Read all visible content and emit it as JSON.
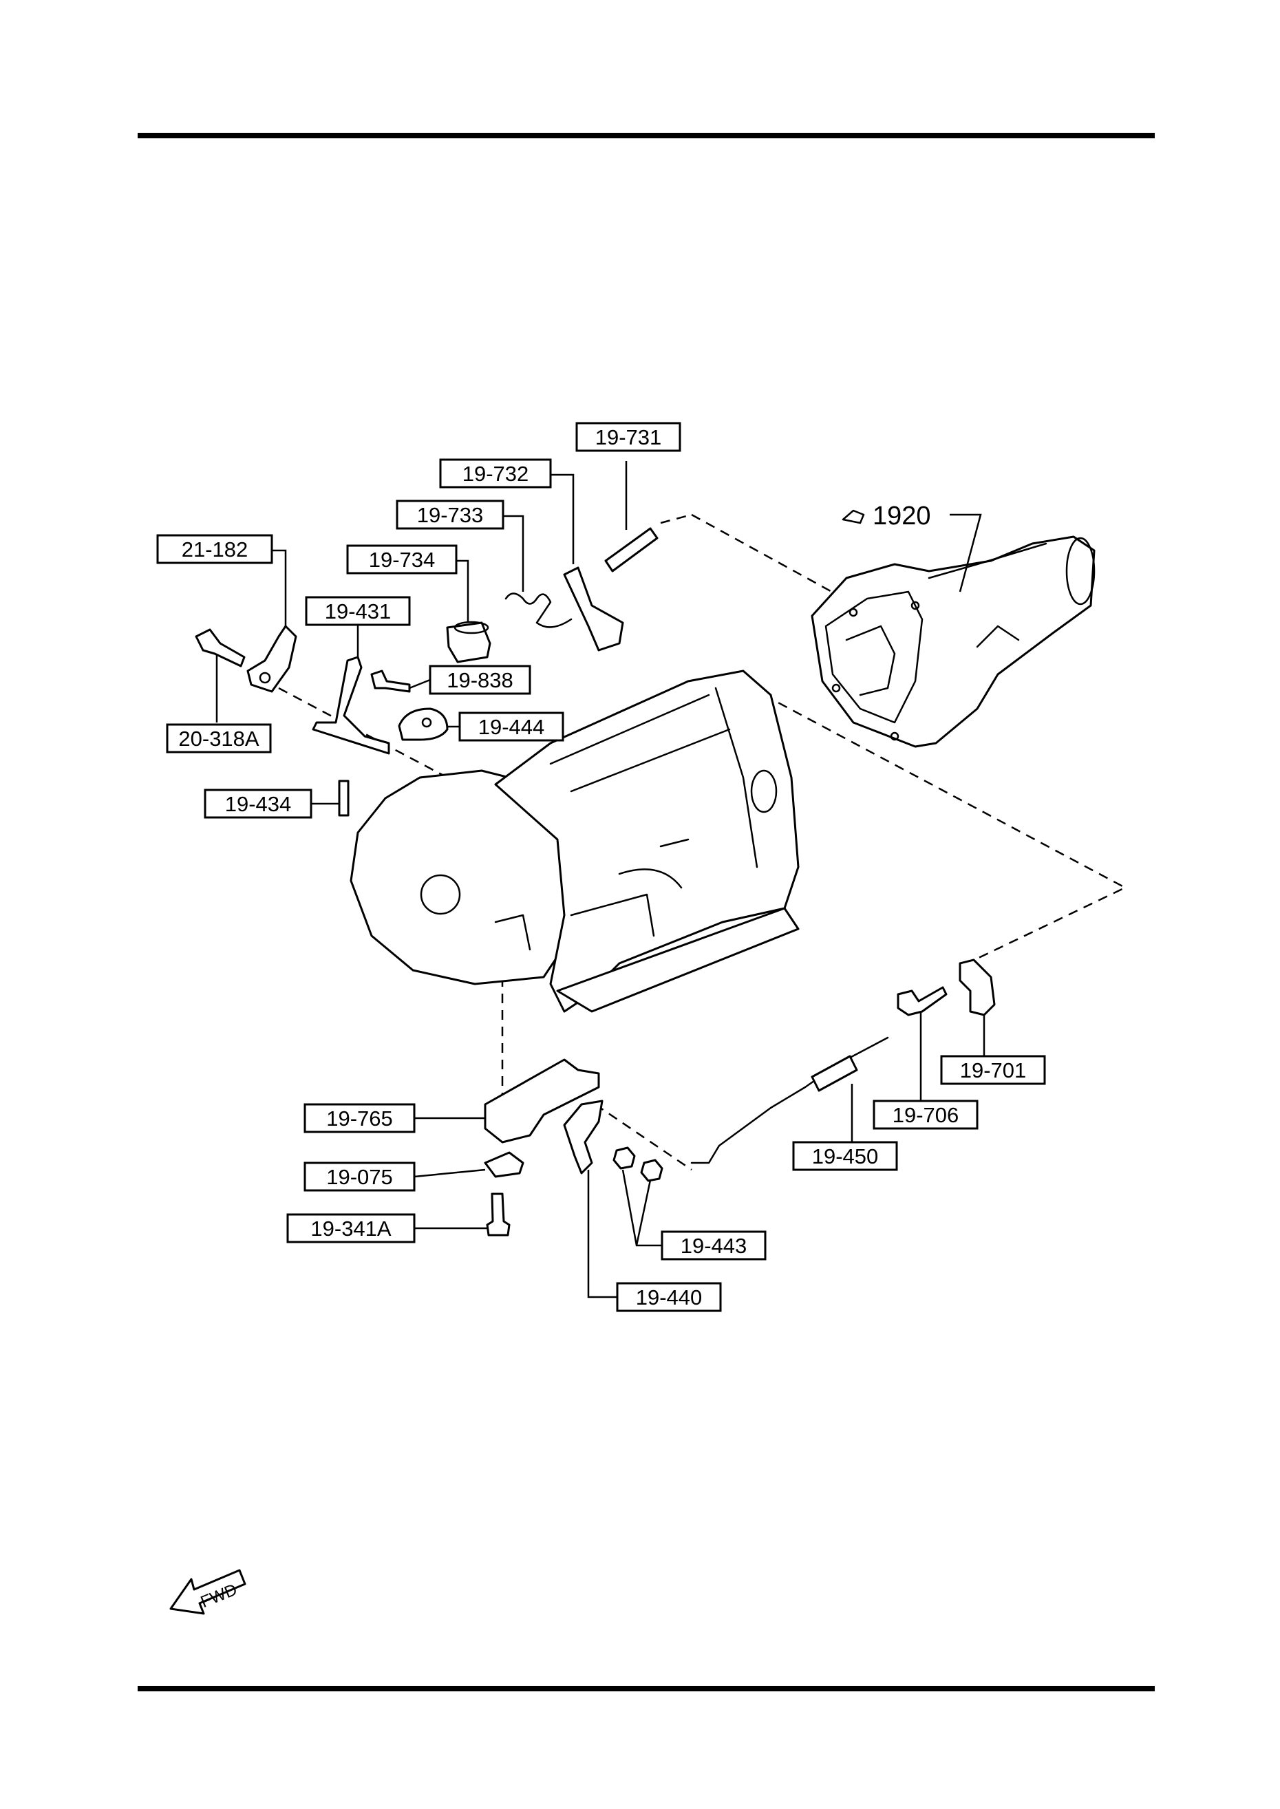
{
  "diagram": {
    "reference_group": "1920",
    "fwd_label": "FWD",
    "parts": [
      {
        "id": "19-731"
      },
      {
        "id": "19-732"
      },
      {
        "id": "19-733"
      },
      {
        "id": "21-182"
      },
      {
        "id": "19-734"
      },
      {
        "id": "19-431"
      },
      {
        "id": "19-838"
      },
      {
        "id": "19-444"
      },
      {
        "id": "20-318A"
      },
      {
        "id": "19-434"
      },
      {
        "id": "19-701"
      },
      {
        "id": "19-706"
      },
      {
        "id": "19-765"
      },
      {
        "id": "19-450"
      },
      {
        "id": "19-075"
      },
      {
        "id": "19-341A"
      },
      {
        "id": "19-443"
      },
      {
        "id": "19-440"
      }
    ]
  }
}
